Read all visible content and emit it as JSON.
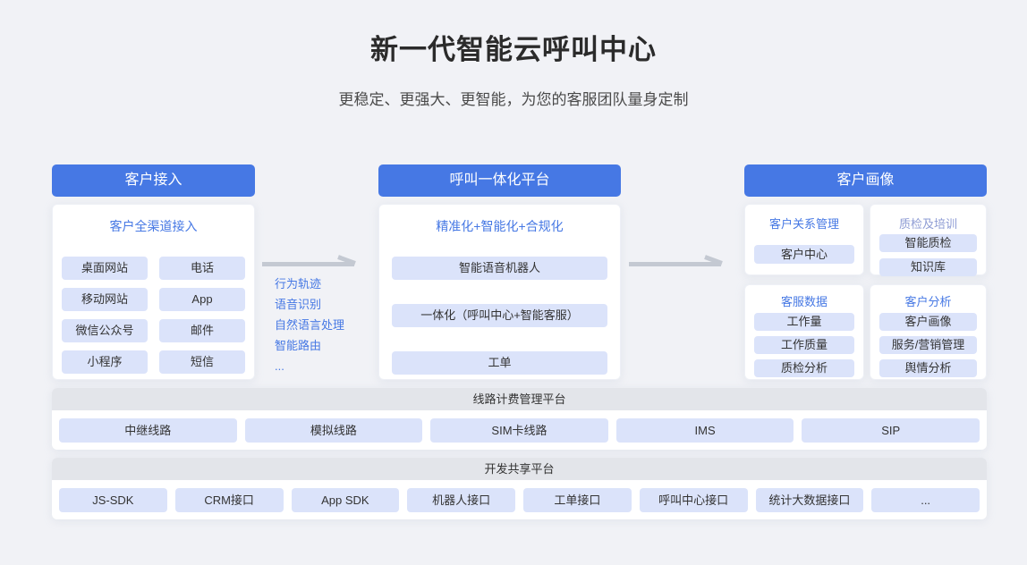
{
  "page": {
    "title": "新一代智能云呼叫中心",
    "subtitle": "更稳定、更强大、更智能，为您的客服团队量身定制"
  },
  "colors": {
    "accent_blue": "#4678e4",
    "accent_blue_muted": "#8e9cd4",
    "pill_bg": "#dbe3fa",
    "bar_header_bg": "#e3e5ea",
    "arrow_gray": "#c4c9d2",
    "page_bg": "#f1f2f6"
  },
  "access": {
    "header": "客户接入",
    "card_title": "客户全渠道接入",
    "items": [
      "桌面网站",
      "电话",
      "移动网站",
      "App",
      "微信公众号",
      "邮件",
      "小程序",
      "短信"
    ]
  },
  "flow1": {
    "labels": [
      "行为轨迹",
      "语音识别",
      "自然语言处理",
      "智能路由",
      "..."
    ]
  },
  "platform": {
    "header": "呼叫一体化平台",
    "card_title": "精准化+智能化+合规化",
    "items": [
      "智能语音机器人",
      "一体化（呼叫中心+智能客服）",
      "工单"
    ]
  },
  "profile": {
    "header": "客户画像",
    "cards": [
      {
        "title": "客户关系管理",
        "items": [
          "客户中心"
        ]
      },
      {
        "title": "质检及培训",
        "items": [
          "智能质检",
          "知识库"
        ]
      },
      {
        "title": "客服数据",
        "items": [
          "工作量",
          "工作质量",
          "质检分析"
        ]
      },
      {
        "title": "客户分析",
        "items": [
          "客户画像",
          "服务/营销管理",
          "舆情分析"
        ]
      }
    ]
  },
  "bars": [
    {
      "title": "线路计费管理平台",
      "items": [
        "中继线路",
        "模拟线路",
        "SIM卡线路",
        "IMS",
        "SIP"
      ]
    },
    {
      "title": "开发共享平台",
      "items": [
        "JS-SDK",
        "CRM接口",
        "App SDK",
        "机器人接口",
        "工单接口",
        "呼叫中心接口",
        "统计大数据接口",
        "..."
      ]
    }
  ]
}
